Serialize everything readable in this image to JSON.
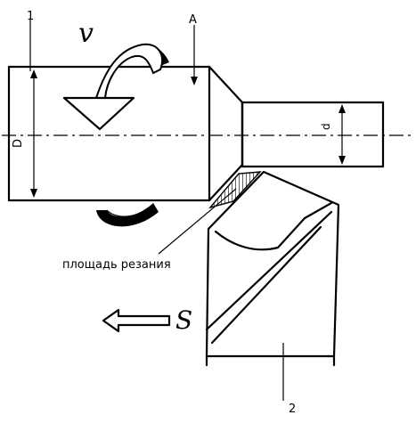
{
  "labels": {
    "workpiece_marker": "1",
    "tool_marker": "2",
    "section_marker": "A",
    "diameter_large": "D",
    "diameter_small": "d",
    "velocity": "v",
    "feed": "S",
    "cutting_area": "площадь резания"
  },
  "icons": {
    "rotation": "rotation-arrow-icon",
    "feed": "feed-arrow-icon"
  }
}
